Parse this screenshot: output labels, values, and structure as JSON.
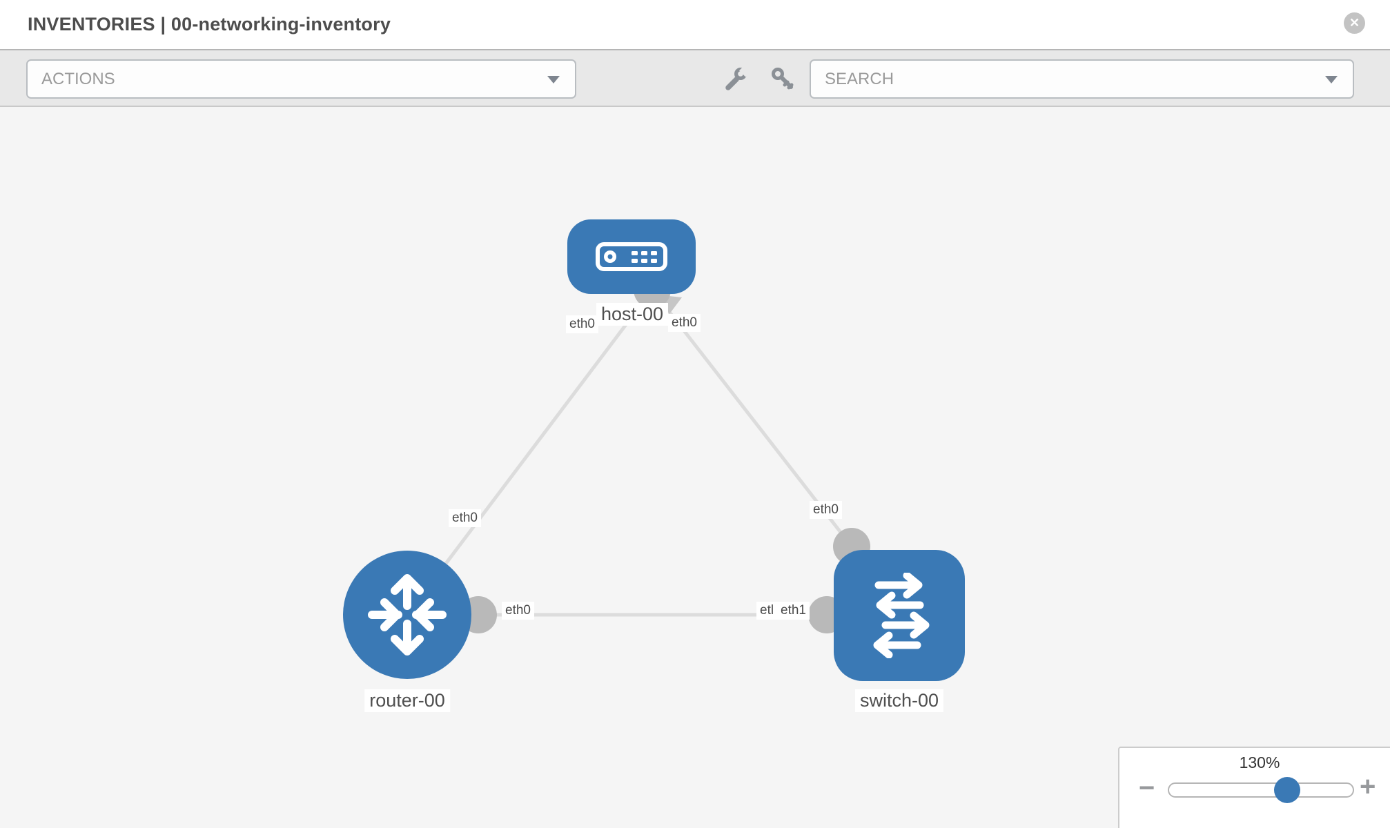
{
  "header": {
    "title": "INVENTORIES | 00-networking-inventory",
    "close_glyph": "✕"
  },
  "toolbar": {
    "actions_label": "ACTIONS",
    "search_label": "SEARCH",
    "icons": [
      "wrench-icon",
      "key-icon"
    ]
  },
  "topology": {
    "nodes": {
      "host": {
        "label": "host-00",
        "type": "host",
        "shape": "rounded-rect",
        "color": "#3a79b5"
      },
      "router": {
        "label": "router-00",
        "type": "router",
        "shape": "circle",
        "color": "#3a79b5"
      },
      "switch": {
        "label": "switch-00",
        "type": "switch",
        "shape": "rounded-square",
        "color": "#3a79b5"
      }
    },
    "links": [
      {
        "source": "host-00",
        "source_iface": "eth0",
        "target": "router-00",
        "target_iface": "eth0"
      },
      {
        "source": "host-00",
        "source_iface": "eth0",
        "target": "switch-00",
        "target_iface": "eth0"
      },
      {
        "source": "router-00",
        "source_iface": "eth0",
        "target": "switch-00",
        "target_iface": "eth1"
      }
    ],
    "interfaces": {
      "host_left": "eth0",
      "host_right": "eth0",
      "router_top": "eth0",
      "router_right": "eth0",
      "switch_top": "eth0",
      "switch_left_under": "etl",
      "switch_left": "eth1"
    },
    "colors": {
      "node_blue": "#3a79b5",
      "link_gray": "#dcdcdc",
      "dot_gray": "#b9b9b9",
      "canvas_bg": "#f5f5f5"
    }
  },
  "zoom": {
    "level": "130%",
    "minus_glyph": "−",
    "plus_glyph": "+"
  }
}
